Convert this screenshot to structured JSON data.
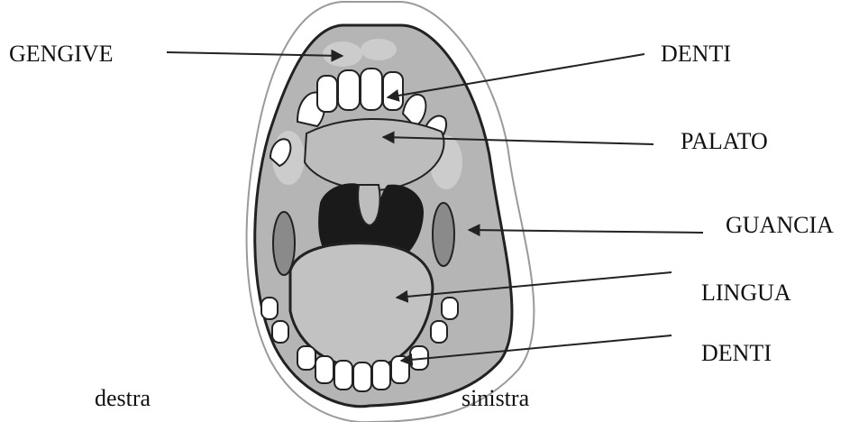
{
  "labels": {
    "gums": "GENGIVE",
    "upper_teeth": "DENTI",
    "palate": "PALATO",
    "cheek": "GUANCIA",
    "tongue": "LINGUA",
    "lower_teeth": "DENTI",
    "right_side": "destra",
    "left_side": "sinistra"
  },
  "colors": {
    "mouth_fill": "#b5b5b5",
    "tooth_fill": "#ffffff",
    "throat": "#1a1a1a",
    "outline": "#222222",
    "lip_outline": "#9a9a9a"
  }
}
